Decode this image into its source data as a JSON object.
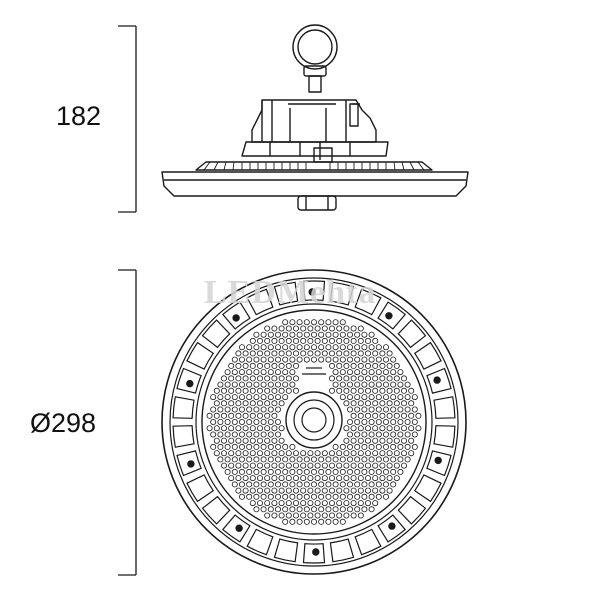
{
  "dimensions": {
    "height_label": "182",
    "diameter_label": "Ø298"
  },
  "watermark": {
    "text": "LEDMehta"
  },
  "colors": {
    "line": "#1a1a1a",
    "background": "#ffffff",
    "watermark": "#d4d4d4"
  }
}
